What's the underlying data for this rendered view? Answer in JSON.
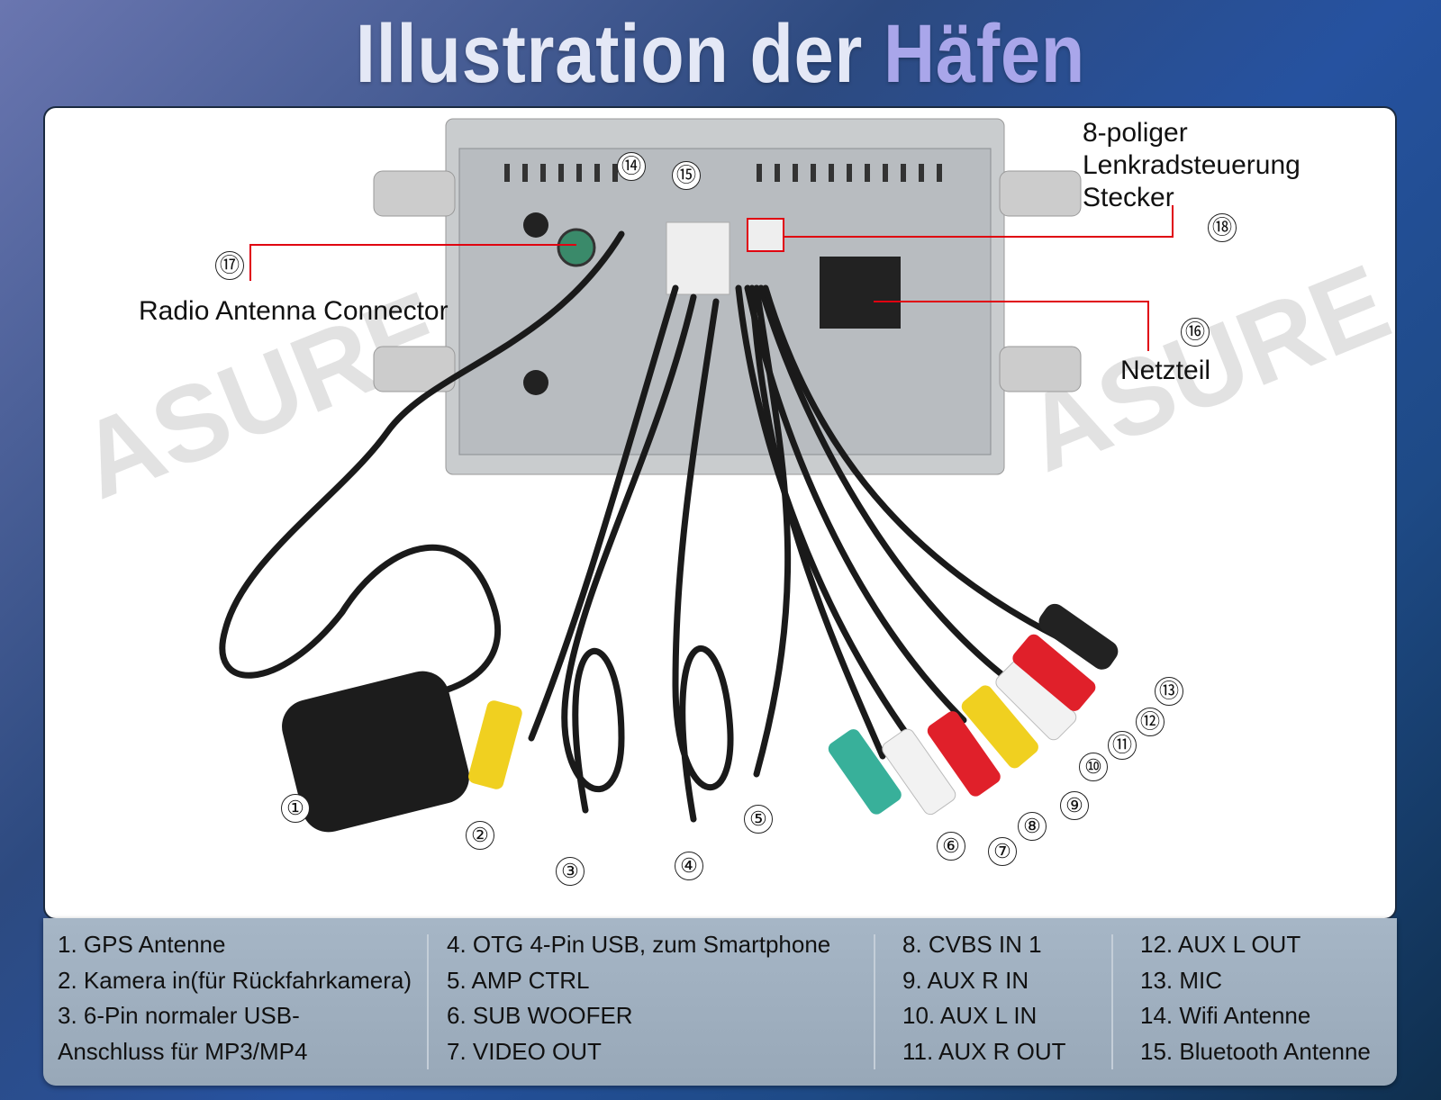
{
  "title": {
    "part1": "Illustration der ",
    "part2": "Häfen"
  },
  "watermark": "ASURE",
  "labels": {
    "radio_antenna": "Radio Antenna Connector",
    "steering": "8-poliger Lenkradsteuerung Stecker",
    "power": "Netzteil"
  },
  "callouts": [
    "①",
    "②",
    "③",
    "④",
    "⑤",
    "⑥",
    "⑦",
    "⑧",
    "⑨",
    "⑩",
    "⑪",
    "⑫",
    "⑬",
    "⑭",
    "⑮",
    "⑯",
    "⑰",
    "⑱"
  ],
  "legend": {
    "col1": [
      "1. GPS Antenne",
      "2. Kamera in(für Rückfahrkamera)",
      "3. 6-Pin normaler USB-",
      "Anschluss für MP3/MP4"
    ],
    "col2": [
      "4. OTG 4-Pin USB, zum Smartphone",
      "5. AMP CTRL",
      "6. SUB WOOFER",
      "7. VIDEO OUT"
    ],
    "col3": [
      "8. CVBS IN 1",
      "9. AUX R IN",
      "10. AUX L IN",
      "11. AUX R OUT"
    ],
    "col4": [
      "12. AUX L OUT",
      "13. MIC",
      "14. Wifi Antenne",
      "15. Bluetooth Antenne"
    ]
  },
  "colors": {
    "red": "#e0202a",
    "yellow": "#f0d020",
    "teal": "#38b09a",
    "white_rca": "#f2f2f2",
    "callout_line": "#e00010"
  }
}
